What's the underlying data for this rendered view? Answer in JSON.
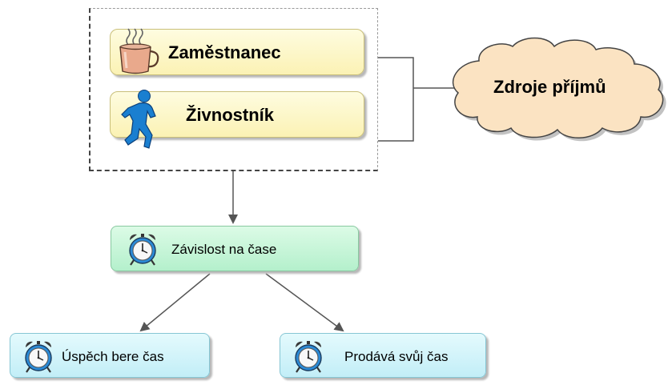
{
  "group": {
    "items": [
      {
        "label": "Zaměstnanec",
        "icon": "coffee-mug-icon"
      },
      {
        "label": "Živnostník",
        "icon": "running-figure-icon"
      }
    ]
  },
  "cloud": {
    "label": "Zdroje příjmů"
  },
  "time_node": {
    "label": "Závislost na čase",
    "icon": "alarm-clock-icon"
  },
  "outcomes": [
    {
      "label": "Úspěch bere čas",
      "icon": "alarm-clock-icon"
    },
    {
      "label": "Prodává svůj čas",
      "icon": "alarm-clock-icon"
    }
  ],
  "colors": {
    "yellow_box": "#fbf2b4",
    "green_box": "#b4f0cc",
    "cyan_box": "#c2eef7",
    "cloud_fill": "#fbe3c2",
    "connector": "#555555"
  }
}
